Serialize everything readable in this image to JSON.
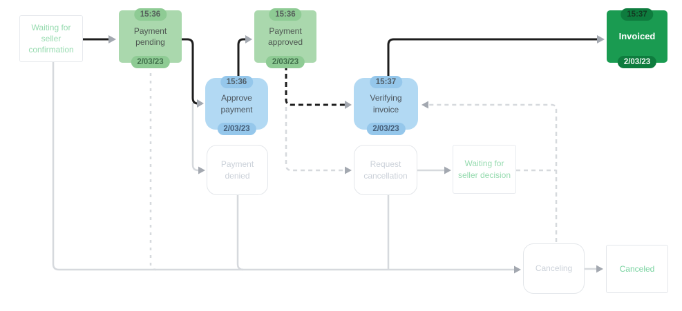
{
  "diagram": {
    "name": "order-status-flow",
    "colors": {
      "visited_green_bg": "#aad8ad",
      "visited_green_badge_bg": "#8ecb94",
      "action_blue_bg": "#b2d9f3",
      "action_blue_badge_bg": "#95c7eb",
      "current_state_bg": "#1a9b51",
      "current_state_badge_bg": "#0e7c3e",
      "waiting_text_green": "#96dbaf",
      "terminal_text_green": "#79d3a0",
      "inactive_text_gray": "#cbd1d9",
      "inactive_border_gray": "#e3e6ea",
      "active_line": "#1d1d1d",
      "inactive_line": "#d6d9dd",
      "arrowhead_gray": "#a3a8b0"
    },
    "nodes": {
      "waiting_seller_confirmation": {
        "label": "Waiting for seller confirmation"
      },
      "payment_pending": {
        "label": "Payment pending",
        "time": "15:36",
        "date": "2/03/23"
      },
      "payment_approved": {
        "label": "Payment approved",
        "time": "15:36",
        "date": "2/03/23"
      },
      "invoiced": {
        "label": "Invoiced",
        "time": "15:37",
        "date": "2/03/23"
      },
      "approve_payment": {
        "label": "Approve payment",
        "time": "15:36",
        "date": "2/03/23"
      },
      "verifying_invoice": {
        "label": "Verifying invoice",
        "time": "15:37",
        "date": "2/03/23"
      },
      "payment_denied": {
        "label": "Payment denied"
      },
      "request_cancellation": {
        "label": "Request cancellation"
      },
      "waiting_seller_decision": {
        "label": "Waiting for seller decision"
      },
      "canceling": {
        "label": "Canceling"
      },
      "canceled": {
        "label": "Canceled"
      }
    },
    "edges": [
      {
        "from": "waiting_seller_confirmation",
        "to": "payment_pending",
        "style": "solid-active"
      },
      {
        "from": "payment_pending",
        "to": "approve_payment",
        "style": "solid-active"
      },
      {
        "from": "approve_payment",
        "to": "payment_approved",
        "style": "solid-active"
      },
      {
        "from": "payment_approved",
        "to": "verifying_invoice",
        "style": "dashed-active"
      },
      {
        "from": "verifying_invoice",
        "to": "invoiced",
        "style": "solid-active"
      },
      {
        "from": "payment_pending",
        "to": "payment_denied",
        "style": "solid-inactive"
      },
      {
        "from": "payment_approved",
        "to": "request_cancellation",
        "style": "dashed-inactive"
      },
      {
        "from": "request_cancellation",
        "to": "waiting_seller_decision",
        "style": "solid-inactive"
      },
      {
        "from": "waiting_seller_decision",
        "to": "verifying_invoice",
        "style": "dashed-inactive"
      },
      {
        "from": "waiting_seller_decision",
        "to": "canceling",
        "style": "dashed-inactive"
      },
      {
        "from": "waiting_seller_confirmation",
        "to": "canceling",
        "style": "solid-inactive"
      },
      {
        "from": "payment_pending",
        "to": "canceling",
        "style": "dashed-inactive"
      },
      {
        "from": "payment_denied",
        "to": "canceling",
        "style": "solid-inactive"
      },
      {
        "from": "request_cancellation",
        "to": "canceling",
        "style": "solid-inactive"
      },
      {
        "from": "canceling",
        "to": "canceled",
        "style": "solid-inactive"
      }
    ]
  }
}
